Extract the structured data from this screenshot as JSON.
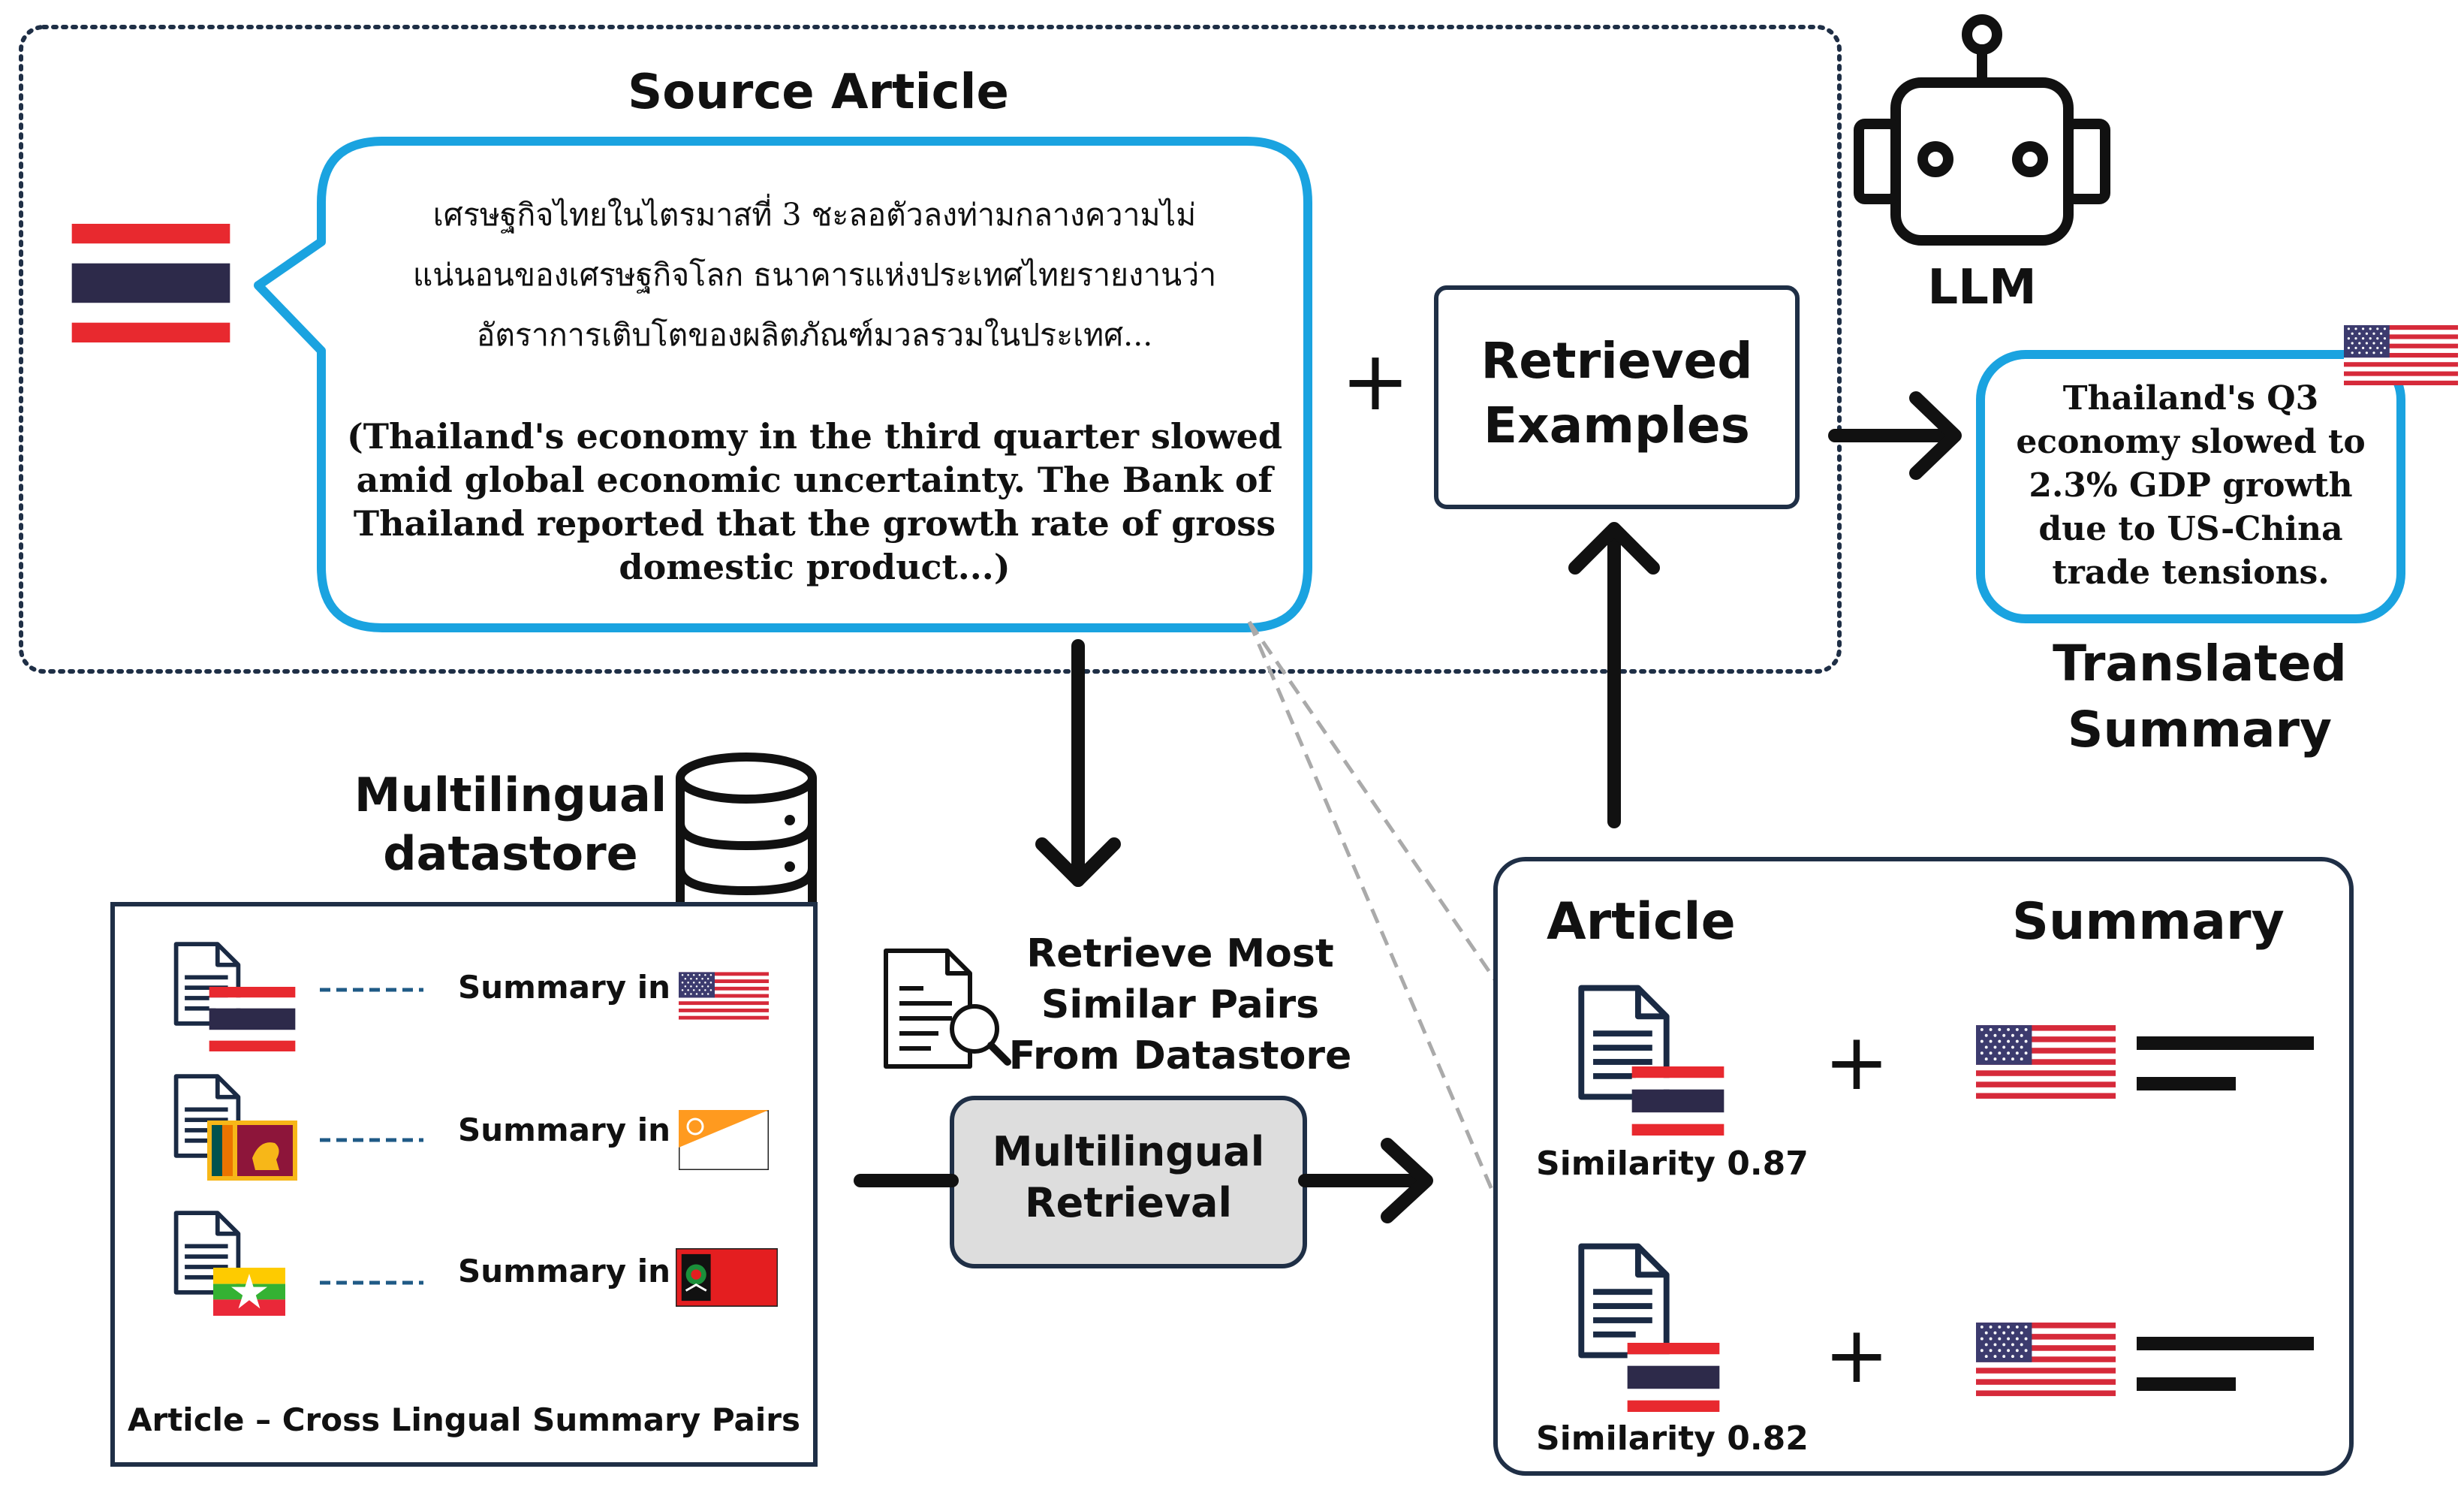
{
  "source": {
    "title": "Source Article",
    "thai_lines": [
      "เศรษฐกิจไทยในไตรมาสที่ 3 ชะลอตัวลงท่ามกลางความไม่",
      "แน่นอนของเศรษฐกิจโลก ธนาคารแห่งประเทศไทยรายงานว่า",
      "อัตราการเติบโตของผลิตภัณฑ์มวลรวมในประเทศ..."
    ],
    "english_lines": [
      "(Thailand's economy in the third quarter slowed",
      "amid global economic uncertainty. The Bank of",
      "Thailand reported that the growth rate of gross",
      "domestic product...)"
    ]
  },
  "plus_sign": "+",
  "retrieved": {
    "line1": "Retrieved",
    "line2": "Examples"
  },
  "llm": {
    "label": "LLM"
  },
  "output": {
    "lines": [
      "Thailand's Q3",
      "economy slowed to",
      "2.3% GDP growth",
      "due to US-China",
      "trade tensions."
    ],
    "label_line1": "Translated",
    "label_line2": "Summary"
  },
  "datastore": {
    "title_line1": "Multilingual",
    "title_line2": "datastore",
    "rows": [
      {
        "label": "Summary in",
        "article_flag": "thailand-flag",
        "summary_flag": "us-flag"
      },
      {
        "label": "Summary in",
        "article_flag": "sri-lanka-flag",
        "summary_flag": "sinhala-flag"
      },
      {
        "label": "Summary in",
        "article_flag": "myanmar-flag",
        "summary_flag": "red-emblem-flag"
      }
    ],
    "caption": "Article – Cross Lingual Summary Pairs"
  },
  "retrieval": {
    "description": [
      "Retrieve Most",
      "Similar Pairs",
      "From Datastore"
    ],
    "box_line1": "Multilingual",
    "box_line2": "Retrieval"
  },
  "results": {
    "article_header": "Article",
    "summary_header": "Summary",
    "pairs": [
      {
        "similarity": "Similarity 0.87"
      },
      {
        "similarity": "Similarity 0.82"
      }
    ]
  },
  "colors": {
    "accent_blue": "#1aa3e0",
    "retrieval_box_fill": "#dddddd",
    "thai_red": "#e8292f",
    "thai_blue": "#2d2a4a",
    "us_red": "#d62a3a",
    "us_blue": "#3c3b6e",
    "dash_blue": "#1f5a86",
    "connector_gray": "#aaaaaa"
  }
}
